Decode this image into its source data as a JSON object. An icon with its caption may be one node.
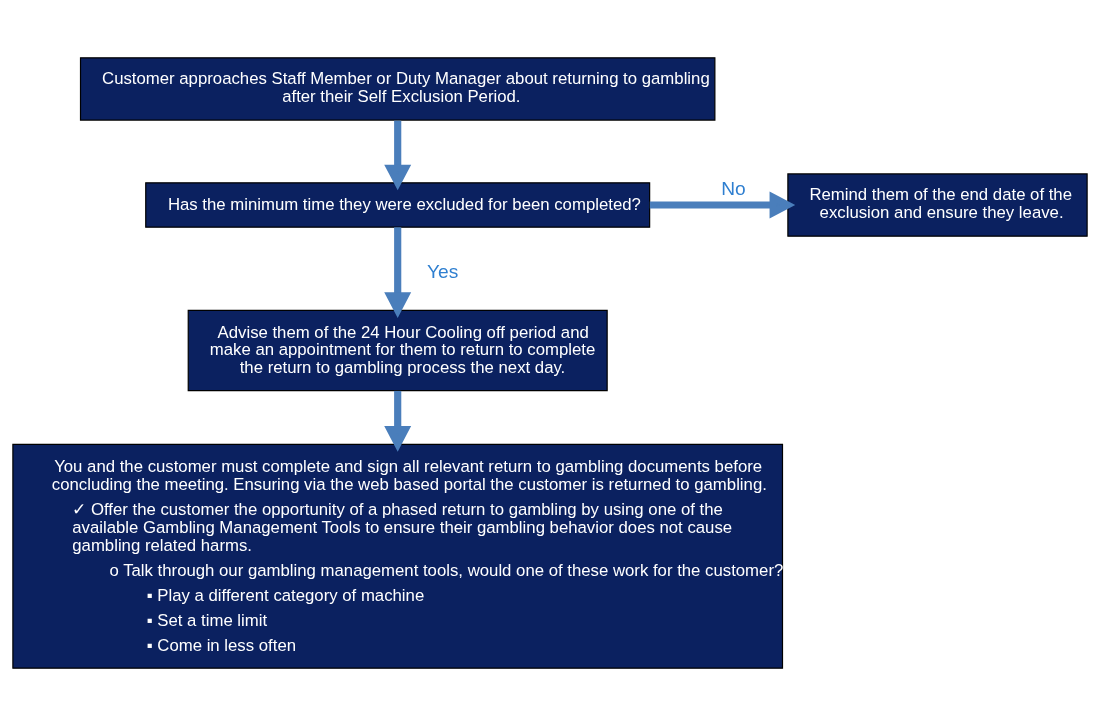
{
  "diagram": {
    "nodes": [
      {
        "text": [
          "Customer approaches Staff Member or Duty Manager about returning to gambling after their Self Exclusion Period."
        ]
      },
      {
        "text": [
          "Has the minimum time they were excluded for been completed?"
        ]
      },
      {
        "text": [
          "Remind them of the end date of the exclusion and ensure they leave."
        ]
      },
      {
        "text": [
          "Advise them of the 24 Hour Cooling off period and make an appointment for them to return to complete the return to gambling process the next day."
        ]
      },
      {
        "text": [
          "You and the customer must complete and sign all relevant return to gambling documents before concluding the meeting. Ensuring via the web based portal the customer is returned to gambling.",
          "✓ Offer the customer the opportunity of a phased return to gambling by using one of the available Gambling Management Tools to ensure their gambling behavior does not cause gambling related harms.",
          "o Talk through our gambling management tools, would one of these work for the customer?",
          "▪ Play a different category of machine",
          "▪ Set a time limit",
          "▪ Come in less often"
        ]
      }
    ],
    "edges": [
      {
        "from": 0,
        "to": 1,
        "arrow": "to"
      },
      {
        "from": 1,
        "to": 3,
        "arrow": "to",
        "label": "Yes"
      },
      {
        "from": 1,
        "to": 2,
        "arrow": "to",
        "label": "No"
      },
      {
        "from": 3,
        "to": 4,
        "arrow": "to"
      }
    ]
  }
}
